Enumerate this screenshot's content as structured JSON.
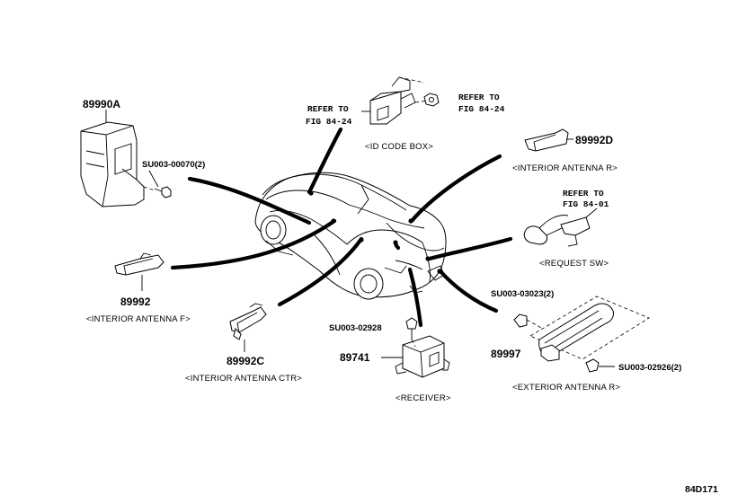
{
  "labels": {
    "pn_89990A": "89990A",
    "sub_00070": "SU003-00070(2)",
    "refer_box_left_1": "REFER TO",
    "refer_box_left_2": "FIG 84-24",
    "refer_box_right_1": "REFER TO",
    "refer_box_right_2": "FIG 84-24",
    "cap_id_code_box": "<ID CODE BOX>",
    "pn_89992D": "89992D",
    "cap_interior_antenna_r": "<INTERIOR ANTENNA R>",
    "refer_sw_1": "REFER TO",
    "refer_sw_2": "FIG 84-01",
    "cap_request_sw": "<REQUEST SW>",
    "pn_89992": "89992",
    "cap_interior_antenna_f": "<INTERIOR ANTENNA F>",
    "pn_89992C": "89992C",
    "cap_interior_antenna_ctr": "<INTERIOR ANTENNA CTR>",
    "sub_02928": "SU003-02928",
    "pn_89741": "89741",
    "cap_receiver": "<RECEIVER>",
    "sub_03023": "SU003-03023(2)",
    "pn_89997": "89997",
    "sub_02926": "SU003-02926(2)",
    "cap_exterior_antenna_r": "<EXTERIOR ANTENNA R>",
    "figure_code": "84D171"
  }
}
